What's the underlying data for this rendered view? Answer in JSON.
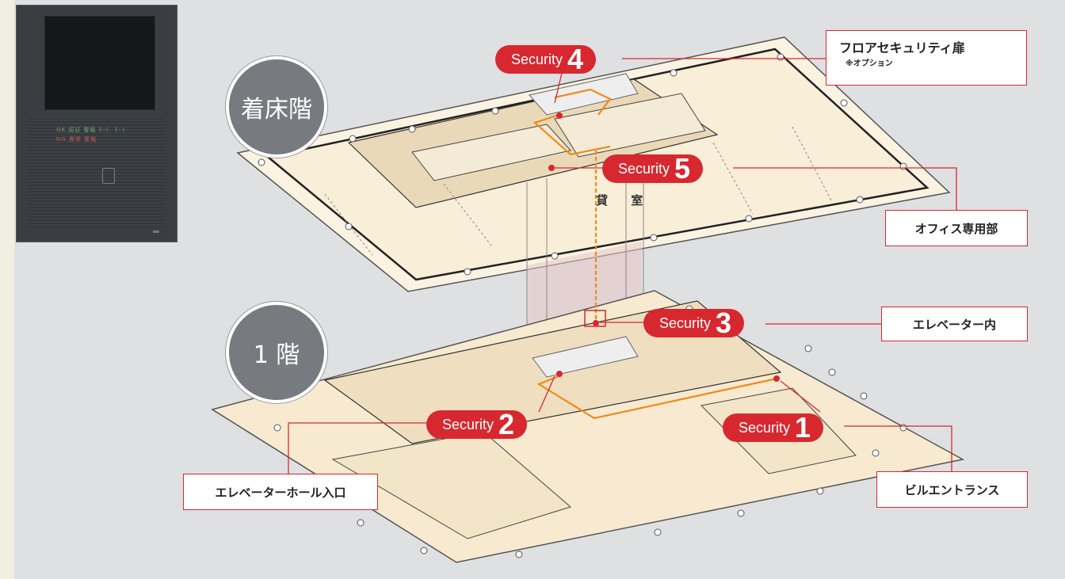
{
  "floors": {
    "upper": "着床階",
    "ground": "1 階"
  },
  "room_label": "貸 室",
  "security": [
    {
      "label": "Security",
      "number": "4"
    },
    {
      "label": "Security",
      "number": "5"
    },
    {
      "label": "Security",
      "number": "3"
    },
    {
      "label": "Security",
      "number": "2"
    },
    {
      "label": "Security",
      "number": "1"
    }
  ],
  "callouts": {
    "floor_door": "フロアセキュリティ扉",
    "floor_door_note": "※オプション",
    "office": "オフィス専用部",
    "elevator": "エレベーター内",
    "elevator_hall": "エレベーターホール入口",
    "entrance": "ビルエントランス"
  },
  "colors": {
    "accent": "#d7282f",
    "route": "#f08a1c",
    "floor_fill": "#f7ead0",
    "core_fill": "#e8d6b4",
    "panel": "#dfe0e2"
  }
}
